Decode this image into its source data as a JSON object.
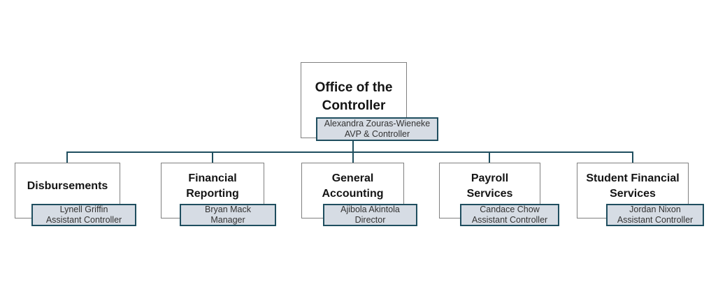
{
  "palette": {
    "connector_color": "#1f4e5f",
    "shape_border_color": "#808080",
    "shape_fill": "#ffffff",
    "person_box_fill": "#d6dce4",
    "person_box_border": "#1f4e5f",
    "title_text_color": "#141414",
    "person_text_color": "#333333"
  },
  "chart_data": {
    "type": "org-chart",
    "root": {
      "title": "Office of the\nController",
      "name": "Alexandra Zouras-Wieneke",
      "role": "AVP & Controller"
    },
    "departments": [
      {
        "title": "Disbursements",
        "name": "Lynell Griffin",
        "role": "Assistant Controller"
      },
      {
        "title": "Financial\nReporting",
        "name": "Bryan Mack",
        "role": "Manager"
      },
      {
        "title": "General\nAccounting",
        "name": "Ajibola Akintola",
        "role": "Director"
      },
      {
        "title": "Payroll\nServices",
        "name": "Candace Chow",
        "role": "Assistant Controller"
      },
      {
        "title": "Student Financial\nServices",
        "name": "Jordan Nixon",
        "role": "Assistant Controller"
      }
    ]
  }
}
